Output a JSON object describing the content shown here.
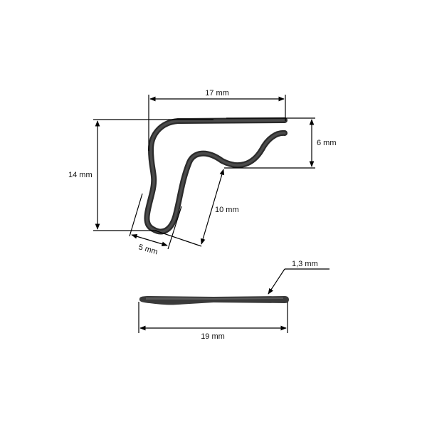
{
  "colors": {
    "background": "#ffffff",
    "wire": "#2b2b2b",
    "dimension_lines": "#000000",
    "text": "#111111"
  },
  "top_view": {
    "dimensions": {
      "width": "17 mm",
      "height": "14 mm",
      "hook_depth": "6 mm",
      "leg_length": "10 mm",
      "loop_width": "5 mm"
    }
  },
  "side_view": {
    "dimensions": {
      "length": "19 mm",
      "wire_diameter": "1,3 mm"
    }
  }
}
